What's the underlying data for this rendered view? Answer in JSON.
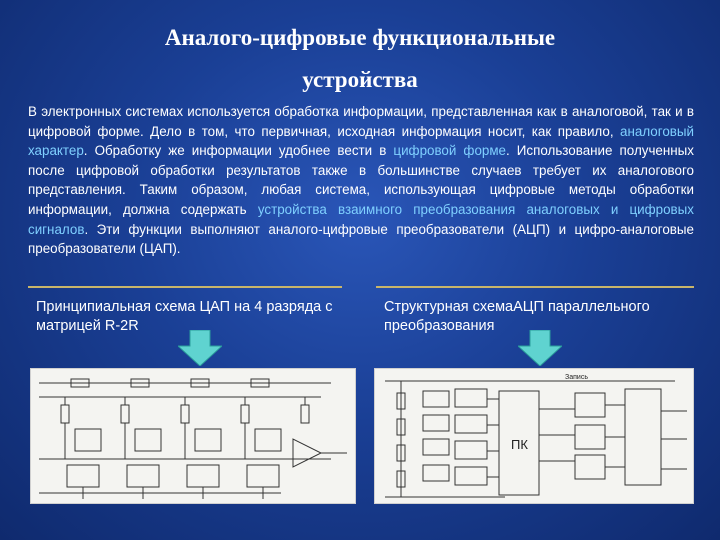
{
  "title": {
    "line1": "Аналого-цифровые функциональные",
    "line2": "устройства"
  },
  "paragraph": {
    "p1": "В электронных системах используется обработка информации, представленная как в аналоговой, так и в цифровой форме. Дело в том, что первичная, исходная информация носит, как правило, ",
    "h1": "аналоговый характер",
    "p2": ". Обработку же информации удобнее вести в ",
    "h2": "цифровой форме",
    "p3": ". Использование полученных после цифровой обработки результатов также в большинстве случаев требует их аналогового представления. Таким образом, любая система, использующая цифровые методы обработки информации, должна содержать ",
    "h3": "устройства взаимного преобразования аналоговых и цифровых сигналов",
    "p4": ". Эти функции выполняют аналого-цифровые преобразователи (АЦП) и цифро-аналоговые преобразователи (ЦАП)."
  },
  "left_caption": "Принципиальная схема ЦАП на 4 разряда с матрицей R-2R",
  "right_caption": "Структурная схемаАЦП параллельного преобразования",
  "right_schematic": {
    "block_label": "ПК",
    "top_label": "Запись"
  },
  "colors": {
    "background": "#1a3f95",
    "highlight": "#7fd0ff",
    "arrow": "#5fd3d0",
    "divider": "#c8b56a"
  }
}
